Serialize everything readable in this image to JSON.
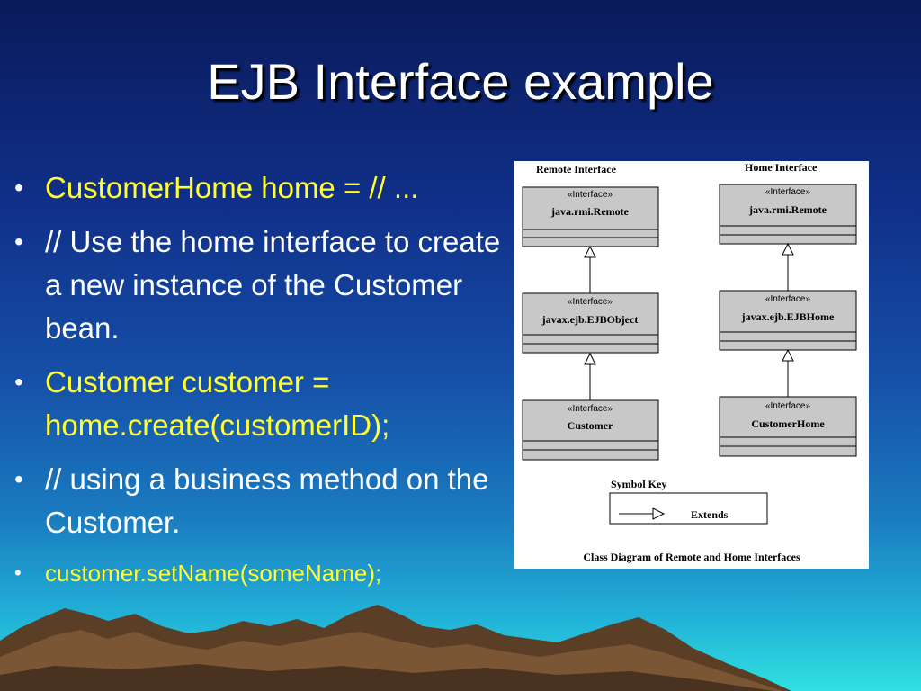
{
  "slide": {
    "title": "EJB Interface example",
    "bullets": [
      {
        "text": "CustomerHome home = // ...",
        "color": "#ffff33"
      },
      {
        "text": "// Use the home interface to create a  new instance of the Customer bean.",
        "color": "#ffffff"
      },
      {
        "text": "Customer customer = home.create(customerID);",
        "color": "#ffff33"
      },
      {
        "text": "// using a business method on the Customer.",
        "color": "#ffffff"
      },
      {
        "text": "customer.setName(someName);",
        "color": "#ffff33"
      }
    ]
  },
  "diagram": {
    "remote_header": "Remote Interface",
    "home_header": "Home Interface",
    "stereotype": "«Interface»",
    "remote_classes": [
      "java.rmi.Remote",
      "javax.ejb.EJBObject",
      "Customer"
    ],
    "home_classes": [
      "java.rmi.Remote",
      "javax.ejb.EJBHome",
      "CustomerHome"
    ],
    "symbol_key": "Symbol Key",
    "extends": "Extends",
    "caption": "Class Diagram of Remote and Home Interfaces"
  }
}
